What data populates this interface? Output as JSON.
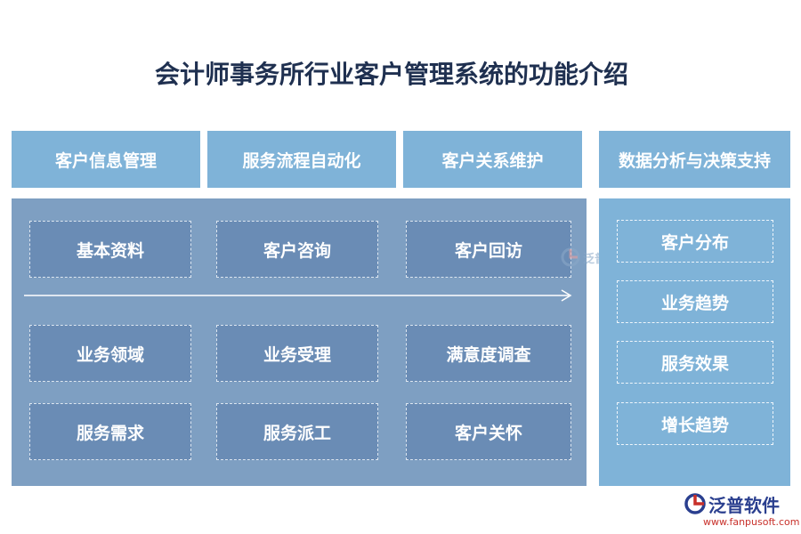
{
  "title": "会计师事务所行业客户管理系统的功能介绍",
  "headers": [
    "客户信息管理",
    "服务流程自动化",
    "客户关系维护",
    "数据分析与决策支持"
  ],
  "left_grid": {
    "row1": [
      "基本资料",
      "客户咨询",
      "客户回访"
    ],
    "row2": [
      "业务领域",
      "业务受理",
      "满意度调查"
    ],
    "row3": [
      "服务需求",
      "服务派工",
      "客户关怀"
    ]
  },
  "right_items": [
    "客户分布",
    "业务趋势",
    "服务效果",
    "增长趋势"
  ],
  "watermark": "泛普软件",
  "logo": {
    "brand": "泛普软件",
    "url": "www.fanpusoft.com"
  },
  "colors": {
    "header": "#7fb3d8",
    "left_panel": "#7e9fc2",
    "cell": "#6a8cb5",
    "right_panel": "#7fb3d8",
    "title": "#1f3050"
  }
}
